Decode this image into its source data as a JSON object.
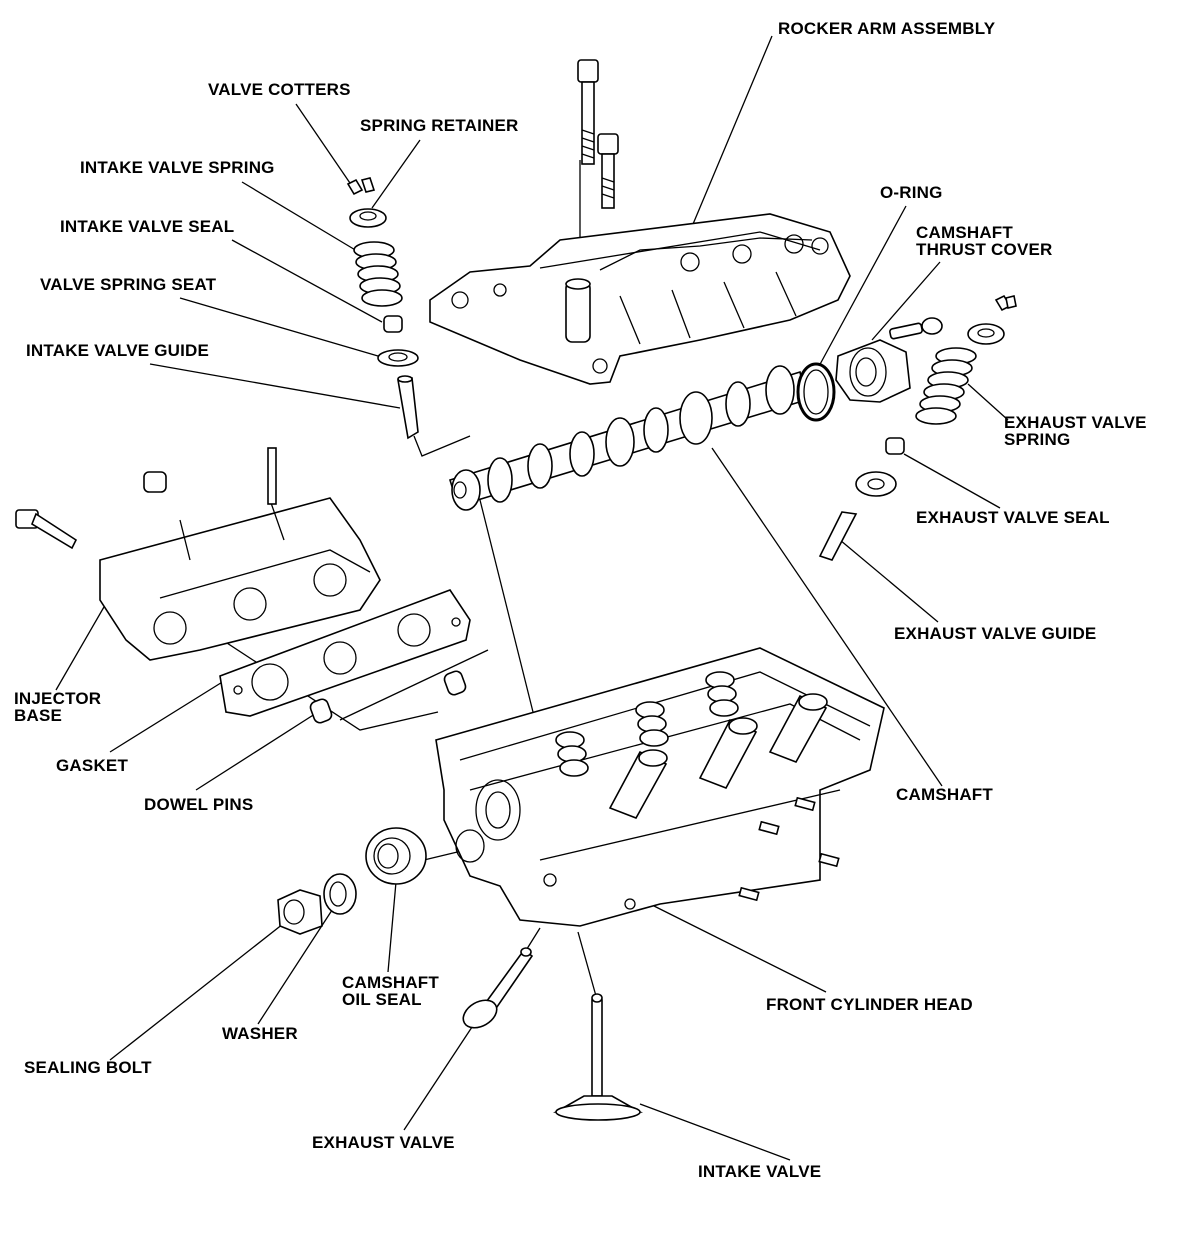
{
  "diagram": {
    "labels": {
      "rocker_arm_assembly": "ROCKER ARM ASSEMBLY",
      "valve_cotters": "VALVE COTTERS",
      "spring_retainer": "SPRING RETAINER",
      "intake_valve_spring": "INTAKE VALVE SPRING",
      "intake_valve_seal": "INTAKE VALVE SEAL",
      "valve_spring_seat": "VALVE SPRING SEAT",
      "intake_valve_guide": "INTAKE VALVE GUIDE",
      "o_ring": "O-RING",
      "camshaft_thrust_cover_1": "CAMSHAFT",
      "camshaft_thrust_cover_2": "THRUST COVER",
      "exhaust_valve_spring_1": "EXHAUST VALVE",
      "exhaust_valve_spring_2": "SPRING",
      "exhaust_valve_seal": "EXHAUST VALVE SEAL",
      "exhaust_valve_guide": "EXHAUST VALVE GUIDE",
      "injector_base_1": "INJECTOR",
      "injector_base_2": "BASE",
      "gasket": "GASKET",
      "dowel_pins": "DOWEL PINS",
      "camshaft": "CAMSHAFT",
      "camshaft_oil_seal_1": "CAMSHAFT",
      "camshaft_oil_seal_2": "OIL SEAL",
      "washer": "WASHER",
      "sealing_bolt": "SEALING BOLT",
      "front_cylinder_head": "FRONT CYLINDER HEAD",
      "exhaust_valve": "EXHAUST VALVE",
      "intake_valve": "INTAKE VALVE"
    }
  }
}
